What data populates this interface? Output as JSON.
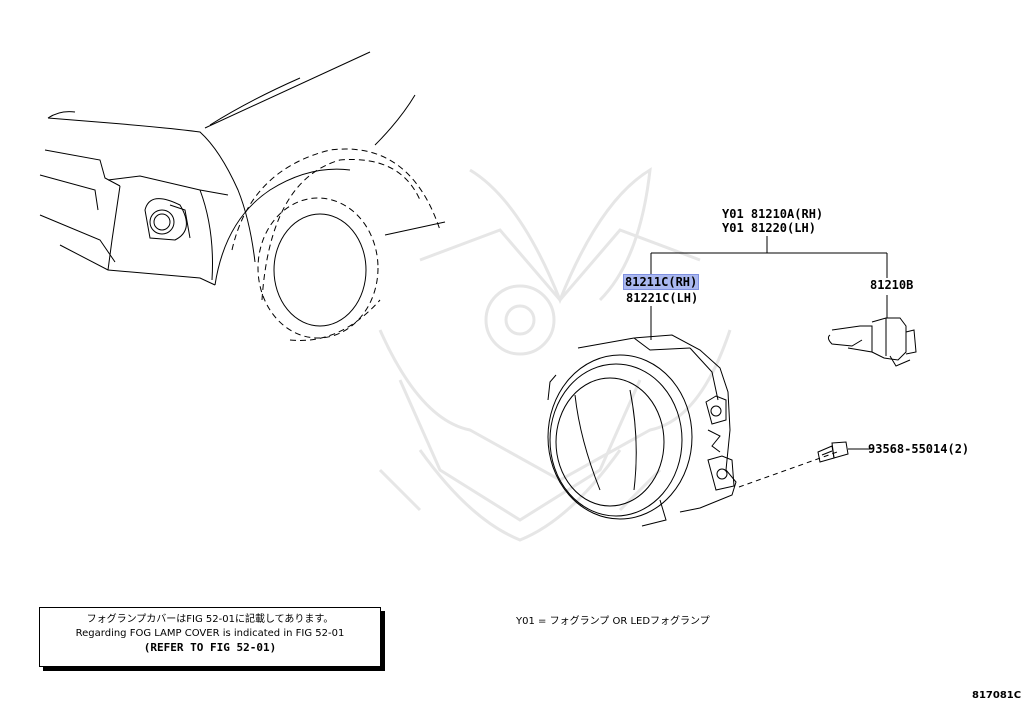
{
  "callouts": {
    "assembly_rh": "Y01 81210A(RH)",
    "assembly_lh": "Y01 81220(LH)",
    "unit_rh": "81211C(RH)",
    "unit_lh": "81221C(LH)",
    "bulb": "81210B",
    "screw": "93568-55014(2)"
  },
  "note": {
    "line1": "フォグランプカバーはFIG 52-01に記載してあります。",
    "line2": "Regarding FOG LAMP COVER is indicated in FIG 52-01",
    "line3": "(REFER TO FIG 52-01)"
  },
  "legend": "Y01 = フォグランプ OR LEDフォグランプ",
  "figure_number": "817081C"
}
